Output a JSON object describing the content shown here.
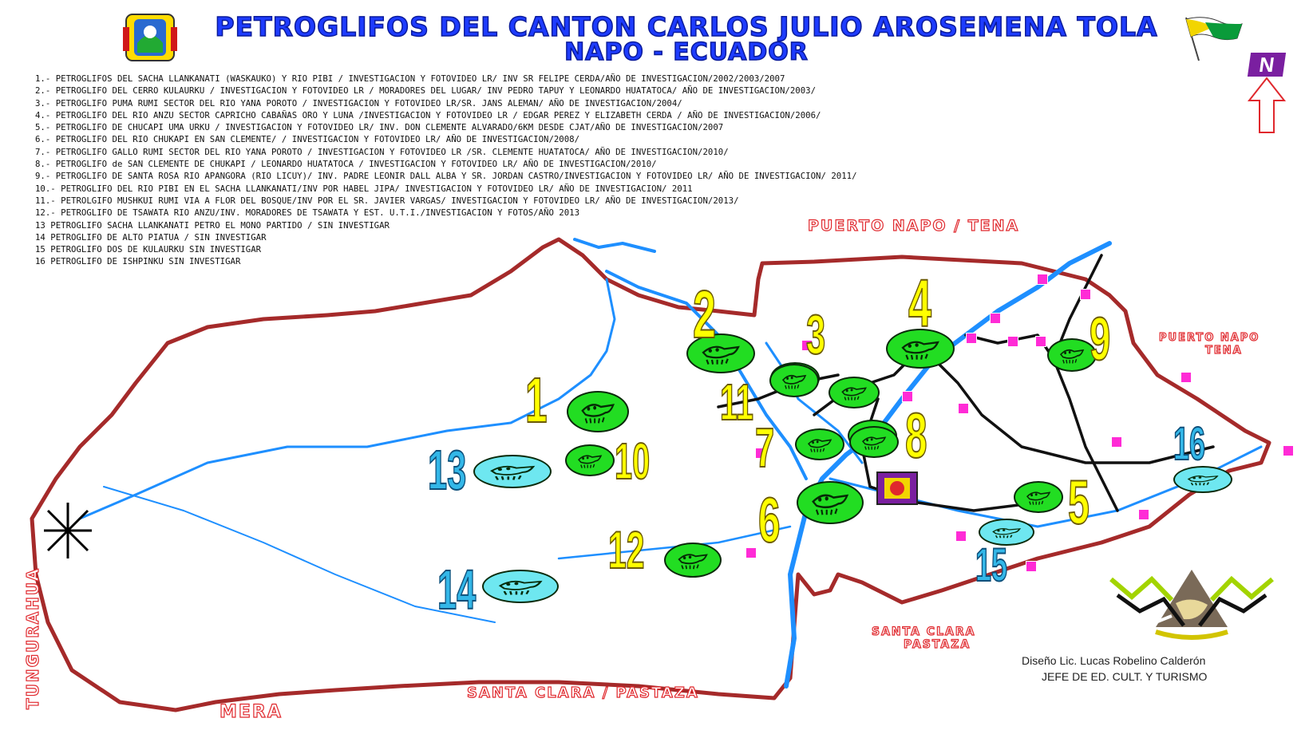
{
  "title_line1": "PETROGLIFOS DEL CANTON CARLOS JULIO AROSEMENA TOLA",
  "title_line2": "NAPO - ECUADOR",
  "legend": [
    "1.- PETROGLIFOS DEL SACHA LLANKANATI (WASKAUKO) Y RIO PIBI / INVESTIGACION Y FOTOVIDEO LR/ INV SR FELIPE CERDA/AÑO DE INVESTIGACION/2002/2003/2007",
    "2.- PETROGLIFO DEL CERRO KULAURKU / INVESTIGACION Y FOTOVIDEO LR / MORADORES DEL LUGAR/ INV PEDRO TAPUY Y LEONARDO HUATATOCA/ AÑO DE INVESTIGACION/2003/",
    "3.- PETROGLIFO PUMA RUMI SECTOR DEL RIO YANA POROTO / INVESTIGACION Y FOTOVIDEO LR/SR. JANS ALEMAN/ AÑO DE INVESTIGACION/2004/",
    "4.- PETROGLIFO DEL RIO ANZU SECTOR CAPRICHO CABAÑAS ORO Y LUNA /INVESTIGACION Y FOTOVIDEO LR / EDGAR PEREZ Y ELIZABETH CERDA / AÑO DE INVESTIGACION/2006/",
    "5.- PETROGLIFO DE CHUCAPI UMA URKU / INVESTIGACION Y FOTOVIDEO LR/ INV. DON CLEMENTE ALVARADO/6KM DESDE CJAT/AÑO DE INVESTIGACION/2007",
    "6.- PETROGLIFO DEL RIO CHUKAPI EN SAN CLEMENTE/ / INVESTIGACION Y FOTOVIDEO LR/ AÑO DE INVESTIGACION/2008/",
    "7.- PETROGLIFO GALLO RUMI SECTOR DEL RIO YANA POROTO / INVESTIGACION Y FOTOVIDEO LR /SR. CLEMENTE HUATATOCA/ AÑO DE INVESTIGACION/2010/",
    "8.- PETROGLIFO de SAN CLEMENTE DE CHUKAPI / LEONARDO HUATATOCA / INVESTIGACION Y FOTOVIDEO LR/ AÑO DE INVESTIGACION/2010/",
    "9.- PETROGLIFO DE SANTA ROSA RIO APANGORA (RIO LICUY)/ INV. PADRE LEONIR DALL ALBA Y SR. JORDAN CASTRO/INVESTIGACION Y FOTOVIDEO LR/ AÑO DE INVESTIGACION/ 2011/",
    "10.- PETROGLIFO DEL RIO PIBI EN EL SACHA LLANKANATI/INV POR HABEL JIPA/ INVESTIGACION Y FOTOVIDEO LR/ AÑO DE INVESTIGACION/ 2011",
    "11.- PETROLGIFO MUSHKUI RUMI VIA A FLOR DEL BOSQUE/INV POR EL SR. JAVIER VARGAS/ INVESTIGACION Y FOTOVIDEO LR/ AÑO DE INVESTIGACION/2013/",
    "12.- PETROGLIFO DE TSAWATA RIO ANZU/INV. MORADORES DE TSAWATA Y EST. U.T.I./INVESTIGACION Y FOTOS/AÑO 2013",
    "13 PETROGLIFO SACHA LLANKANATI PETRO EL MONO PARTIDO / SIN INVESTIGAR",
    "14 PETROGLIFO DE ALTO PIATUA / SIN INVESTIGAR",
    "15 PETROGLIFO DOS DE KULAURKU SIN INVESTIGAR",
    "16 PETROGLIFO DE ISHPINKU SIN INVESTIGAR"
  ],
  "regions": {
    "puerto_napo_top": "PUERTO NAPO / TENA",
    "puerto_napo_right_1": "PUERTO NAPO",
    "puerto_napo_right_2": "TENA",
    "santa_clara_right_1": "SANTA CLARA",
    "santa_clara_right_2": "PASTAZA",
    "santa_clara_bottom": "SANTA CLARA / PASTAZA",
    "mera": "MERA",
    "tungurahua": "TUNGURAHUA"
  },
  "credit_line1": "Diseño Lic. Lucas Robelino Calderón",
  "credit_line2": "JEFE DE ED. CULT. Y TURISMO",
  "north_letter": "N",
  "colors": {
    "title": "#1e3cff",
    "boundary": "#a52a2a",
    "river": "#1e8fff",
    "investigated": "#22dd22",
    "uninvestigated": "#6ee7f0",
    "number_investigated": "#ffff00",
    "number_uninvestigated": "#33b7e8",
    "town": "#ff2bd6",
    "region_label": "#e0282d"
  },
  "petroglyphs": [
    {
      "n": "1",
      "status": "investigated"
    },
    {
      "n": "2",
      "status": "investigated"
    },
    {
      "n": "3",
      "status": "investigated"
    },
    {
      "n": "4",
      "status": "investigated"
    },
    {
      "n": "5",
      "status": "investigated"
    },
    {
      "n": "6",
      "status": "investigated"
    },
    {
      "n": "7",
      "status": "investigated"
    },
    {
      "n": "8",
      "status": "investigated"
    },
    {
      "n": "9",
      "status": "investigated"
    },
    {
      "n": "10",
      "status": "investigated"
    },
    {
      "n": "11",
      "status": "investigated"
    },
    {
      "n": "12",
      "status": "investigated"
    },
    {
      "n": "13",
      "status": "uninvestigated"
    },
    {
      "n": "14",
      "status": "uninvestigated"
    },
    {
      "n": "15",
      "status": "uninvestigated"
    },
    {
      "n": "16",
      "status": "uninvestigated"
    }
  ]
}
